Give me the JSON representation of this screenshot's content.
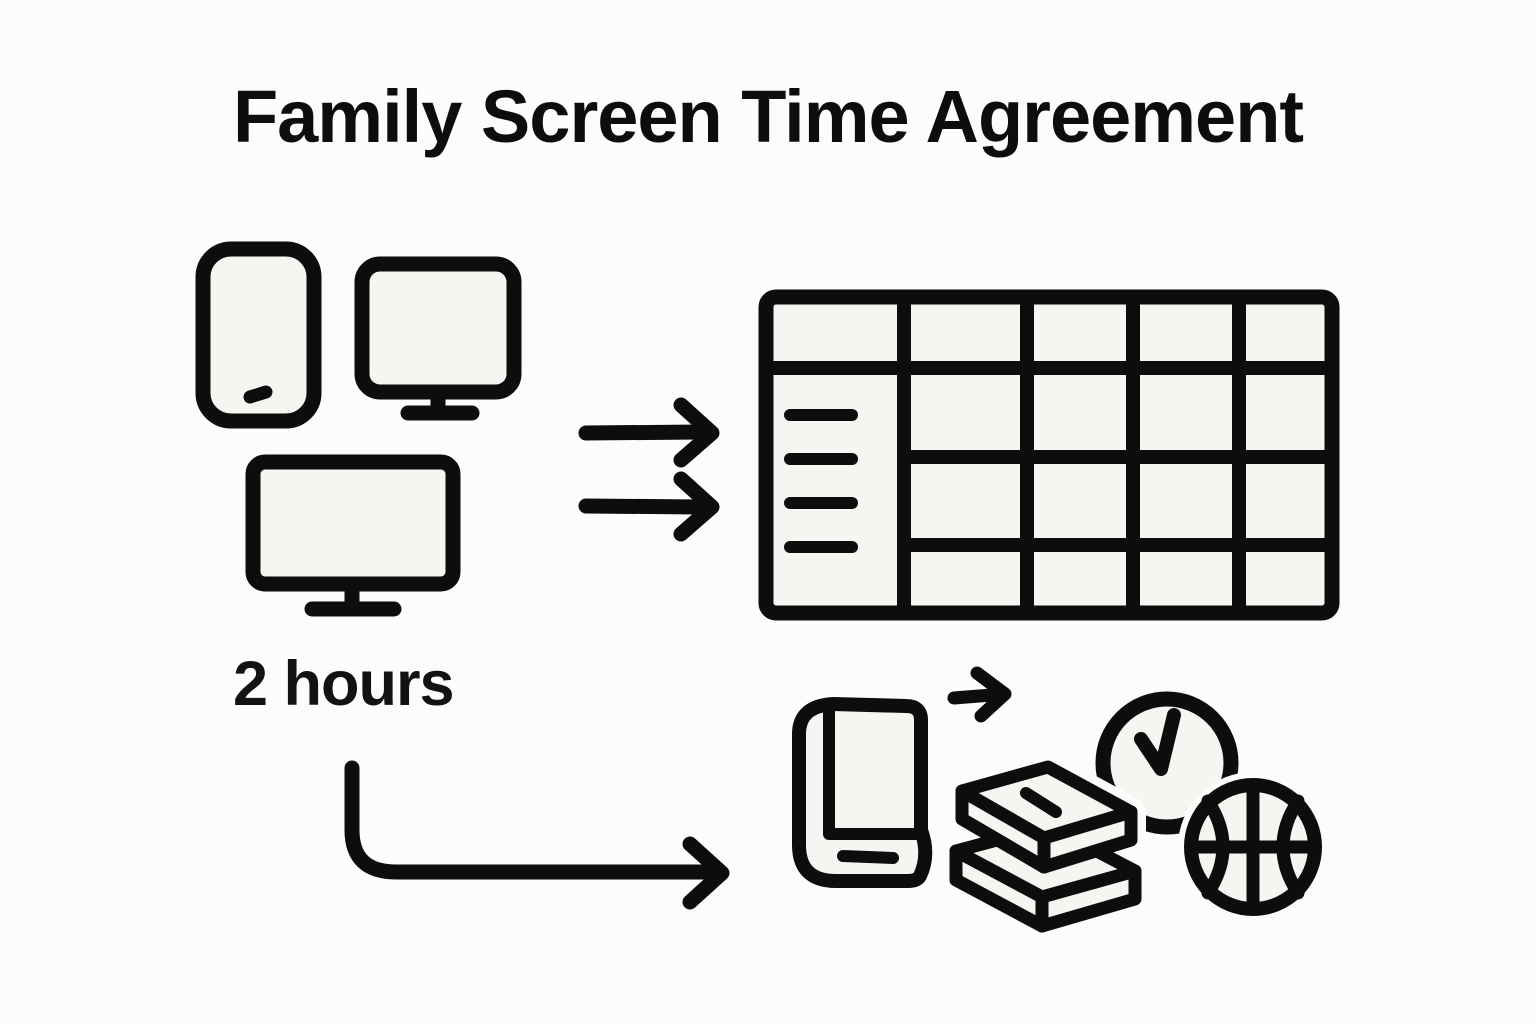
{
  "title": "Family Screen Time Agreement",
  "screen_limit_label": "2 hours",
  "colors": {
    "ink": "#0d0d0d",
    "icon_fill": "#f6f5f2",
    "background": "#fdfcfa"
  },
  "diagram": {
    "devices": [
      "smartphone",
      "monitor",
      "tv"
    ],
    "flow_arrows": [
      "right-arrow",
      "right-arrow"
    ],
    "schedule_table": {
      "columns": 5,
      "header_row": true,
      "body_rows": 3,
      "legend_lines_in_first_column": 4
    },
    "elbow_arrow": "down-then-right-arrow",
    "activities": [
      "book",
      "small-right-arrow",
      "books-stack",
      "clock",
      "basketball"
    ]
  }
}
